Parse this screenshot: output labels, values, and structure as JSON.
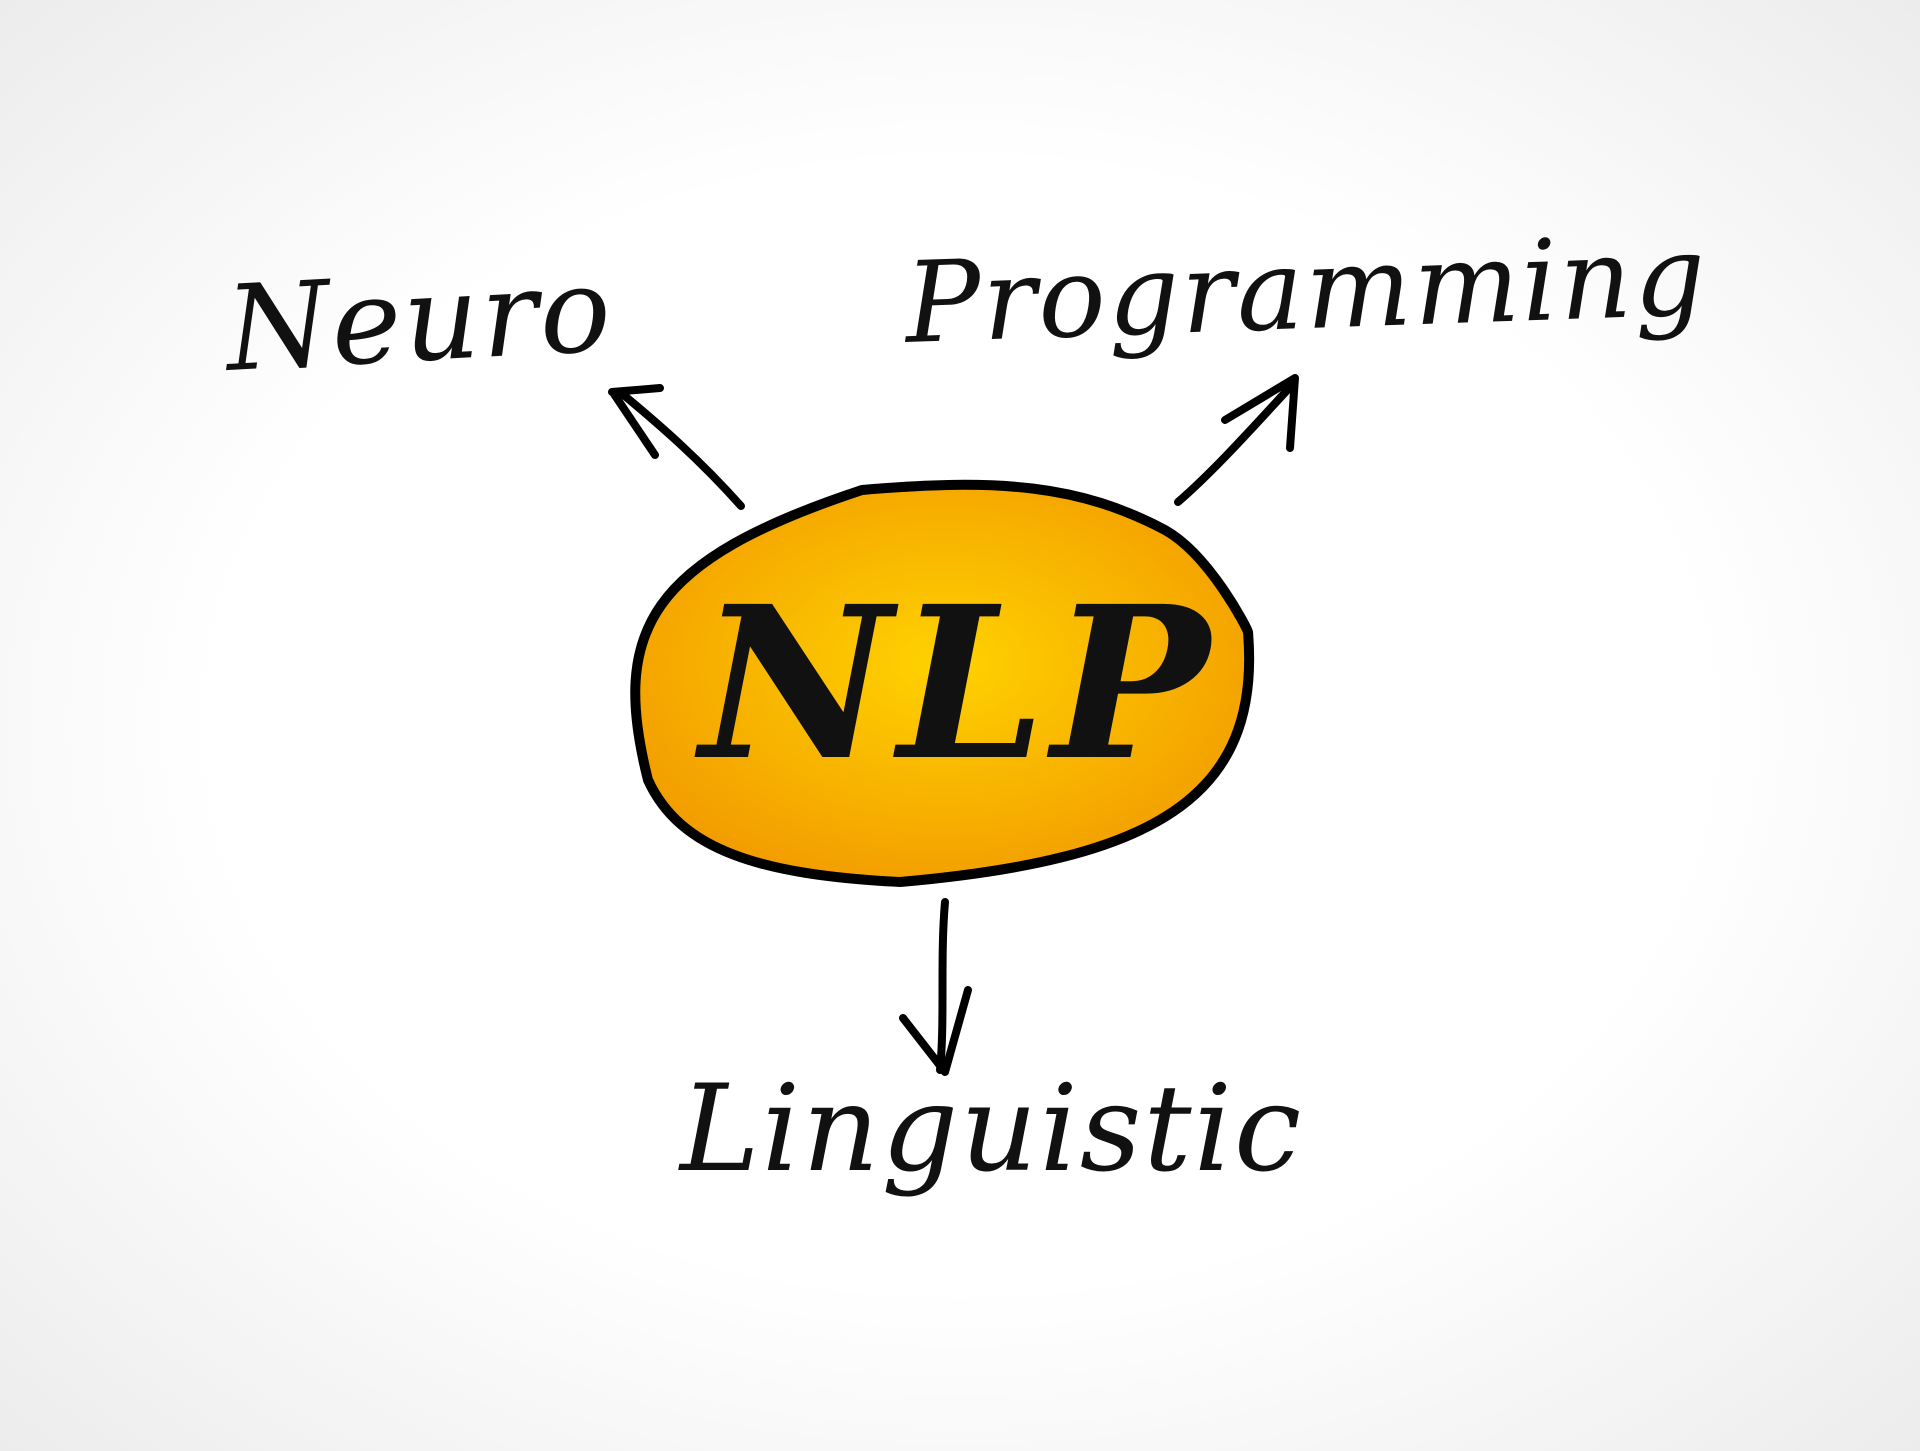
{
  "center": {
    "label": "NLP",
    "fill_inner": "#ffd200",
    "fill_outer": "#f29b00",
    "outline": "#000000"
  },
  "branches": [
    {
      "label": "Neuro"
    },
    {
      "label": "Programming"
    },
    {
      "label": "Linguistic"
    }
  ]
}
